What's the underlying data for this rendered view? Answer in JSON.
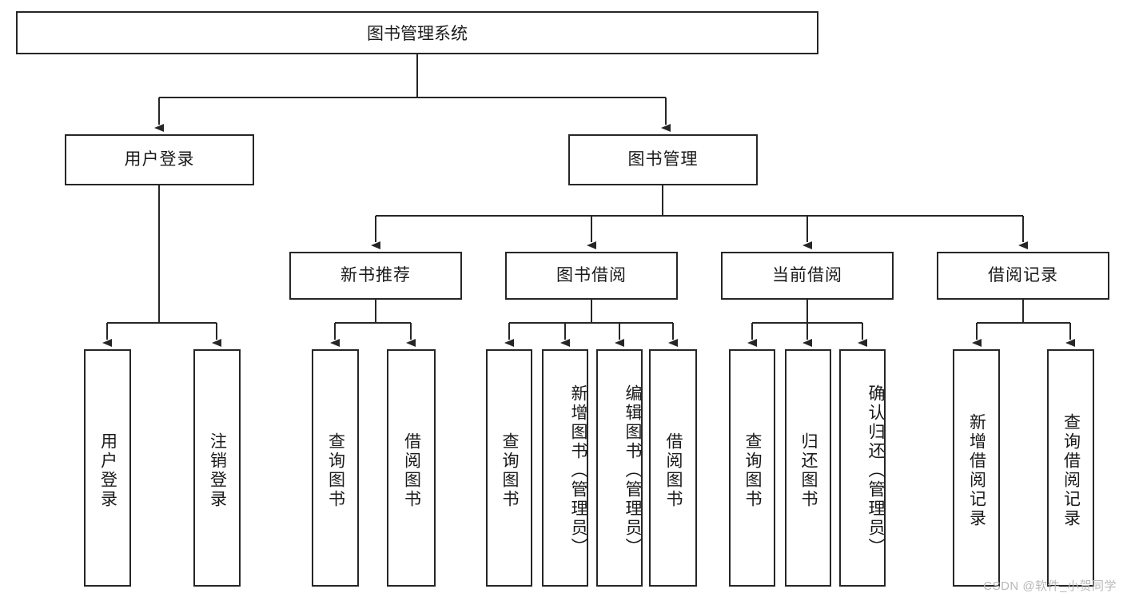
{
  "diagram": {
    "title": "图书管理系统",
    "type": "tree-hierarchy-diagram",
    "colors": {
      "box_border": "#262626",
      "box_fill": "#ffffff",
      "connector": "#262626",
      "text": "#1a1a1a",
      "watermark": "#b9b9b9",
      "background": "#ffffff"
    },
    "root": {
      "label": "图书管理系统"
    },
    "level2": [
      {
        "label": "用户登录"
      },
      {
        "label": "图书管理"
      }
    ],
    "level3": [
      {
        "label": "新书推荐"
      },
      {
        "label": "图书借阅"
      },
      {
        "label": "当前借阅"
      },
      {
        "label": "借阅记录"
      }
    ],
    "leaves": {
      "user_login": [
        {
          "label": "用户登录"
        },
        {
          "label": "注销登录"
        }
      ],
      "new_book_recommend": [
        {
          "label": "查询图书"
        },
        {
          "label": "借阅图书"
        }
      ],
      "book_borrow": [
        {
          "label": "查询图书"
        },
        {
          "label": "新增图书（管理员）"
        },
        {
          "label": "编辑图书（管理员）"
        },
        {
          "label": "借阅图书"
        }
      ],
      "current_borrow": [
        {
          "label": "查询图书"
        },
        {
          "label": "归还图书"
        },
        {
          "label": "确认归还（管理员）"
        }
      ],
      "borrow_record": [
        {
          "label": "新增借阅记录"
        },
        {
          "label": "查询借阅记录"
        }
      ]
    }
  },
  "watermark": {
    "text": "CSDN @软件_小贺同学"
  }
}
